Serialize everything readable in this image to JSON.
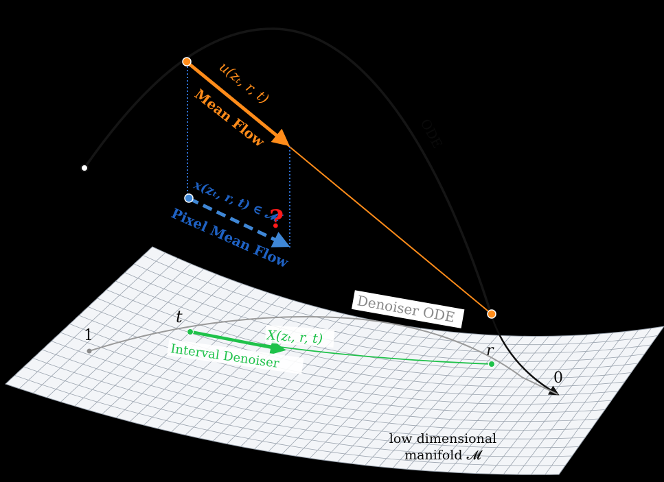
{
  "diagram": {
    "labels": {
      "ode": "ODE",
      "u_expr": "u(zₜ, r, t)",
      "mean_flow": "Mean Flow",
      "x_expr": "x(zₜ, r, t) ∈ 𝓜",
      "question": "?",
      "pixel_mean_flow": "Pixel Mean Flow",
      "denoiser_ode": "Denoiser ODE",
      "t": "t",
      "one": "1",
      "X_expr": "X(zₜ, r, t)",
      "interval_denoiser": "Interval Denoiser",
      "r": "r",
      "zero": "0",
      "manifold_line1": "low dimensional",
      "manifold_line2": "manifold 𝓜"
    },
    "colors": {
      "background": "#000000",
      "orange": "#ff8c1a",
      "blue": "#1f62c4",
      "blue_arrow": "#3f87d6",
      "green": "#1fc24a",
      "grey": "#8a8a8a",
      "red": "#ff1a1a",
      "ode_curve": "#1a1a1a",
      "grid_fill": "#f3f5f8",
      "grid_line": "#9aa3ae"
    }
  }
}
